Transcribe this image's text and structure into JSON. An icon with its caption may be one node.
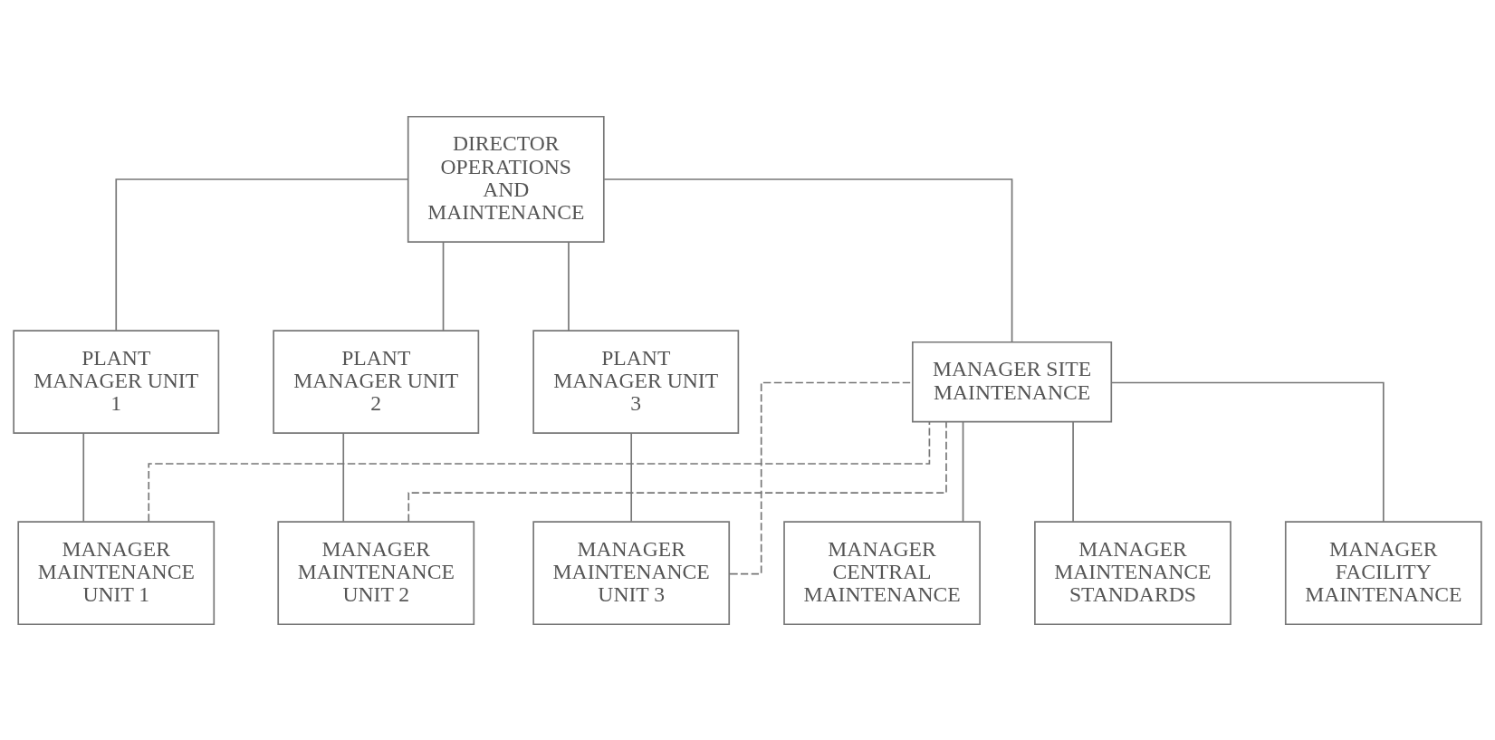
{
  "diagram": {
    "nodes": [
      {
        "text": [
          "DIRECTOR OPERATIONS AND MAINTENANCE"
        ]
      },
      {
        "text": [
          "PLANT MANAGER UNIT 1"
        ]
      },
      {
        "text": [
          "PLANT MANAGER UNIT 2"
        ]
      },
      {
        "text": [
          "PLANT MANAGER UNIT 3"
        ]
      },
      {
        "text": [
          "MANAGER SITE MAINTENANCE"
        ]
      },
      {
        "text": [
          "MANAGER MAINTENANCE UNIT 1"
        ]
      },
      {
        "text": [
          "MANAGER MAINTENANCE UNIT 2"
        ]
      },
      {
        "text": [
          "MANAGER MAINTENANCE UNIT 3"
        ]
      },
      {
        "text": [
          "MANAGER CENTRAL MAINTENANCE"
        ]
      },
      {
        "text": [
          "MANAGER MAINTENANCE STANDARDS"
        ]
      },
      {
        "text": [
          "MANAGER FACILITY MAINTENANCE"
        ]
      }
    ],
    "edges": [
      {
        "from": 0,
        "to": 1,
        "arrow": "none"
      },
      {
        "from": 0,
        "to": 2,
        "arrow": "none"
      },
      {
        "from": 0,
        "to": 3,
        "arrow": "none"
      },
      {
        "from": 0,
        "to": 4,
        "arrow": "none"
      },
      {
        "from": 1,
        "to": 5,
        "arrow": "none"
      },
      {
        "from": 2,
        "to": 6,
        "arrow": "none"
      },
      {
        "from": 3,
        "to": 7,
        "arrow": "none"
      },
      {
        "from": 4,
        "to": 8,
        "arrow": "none"
      },
      {
        "from": 4,
        "to": 9,
        "arrow": "none"
      },
      {
        "from": 4,
        "to": 10,
        "arrow": "none"
      },
      {
        "from": 5,
        "to": 4,
        "arrow": "none",
        "style": "dashed"
      },
      {
        "from": 6,
        "to": 4,
        "arrow": "none",
        "style": "dashed"
      },
      {
        "from": 7,
        "to": 4,
        "arrow": "none",
        "style": "dashed"
      }
    ]
  }
}
